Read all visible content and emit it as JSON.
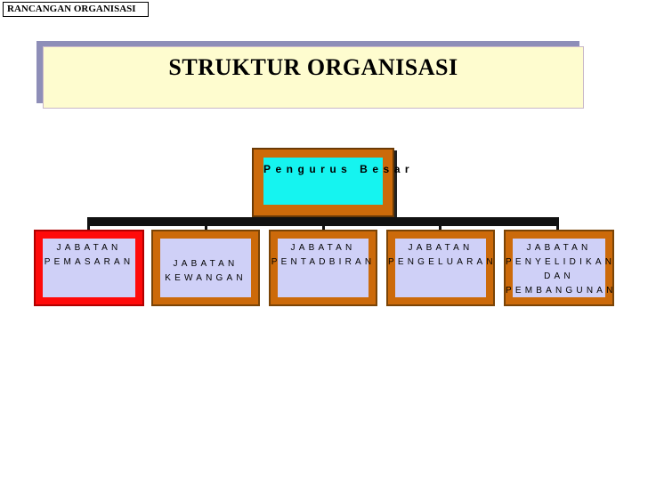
{
  "corner_label": "RANCANGAN ORGANISASI",
  "title": "STRUKTUR ORGANISASI",
  "top_node": {
    "label": "Pengurus Besar"
  },
  "departments": [
    {
      "line1": "JABATAN",
      "line2": "PEMASARAN",
      "line3": ""
    },
    {
      "line1": "JABATAN",
      "line2": "KEWANGAN",
      "line3": ""
    },
    {
      "line1": "JABATAN",
      "line2": "PENTADBIRAN",
      "line3": ""
    },
    {
      "line1": "JABATAN",
      "line2": "PENGELUARAN",
      "line3": ""
    },
    {
      "line1": "JABATAN",
      "line2": "PENYELIDIKAN",
      "line3": "DAN",
      "line4": "PEMBANGUNAN"
    }
  ],
  "colors": {
    "title_bg": "#fefccf",
    "top_fill": "#15f4f0",
    "box_frame": "#cc6a0a",
    "highlight_frame": "#ff0a0a",
    "dept_fill": "#cfd0f7"
  }
}
